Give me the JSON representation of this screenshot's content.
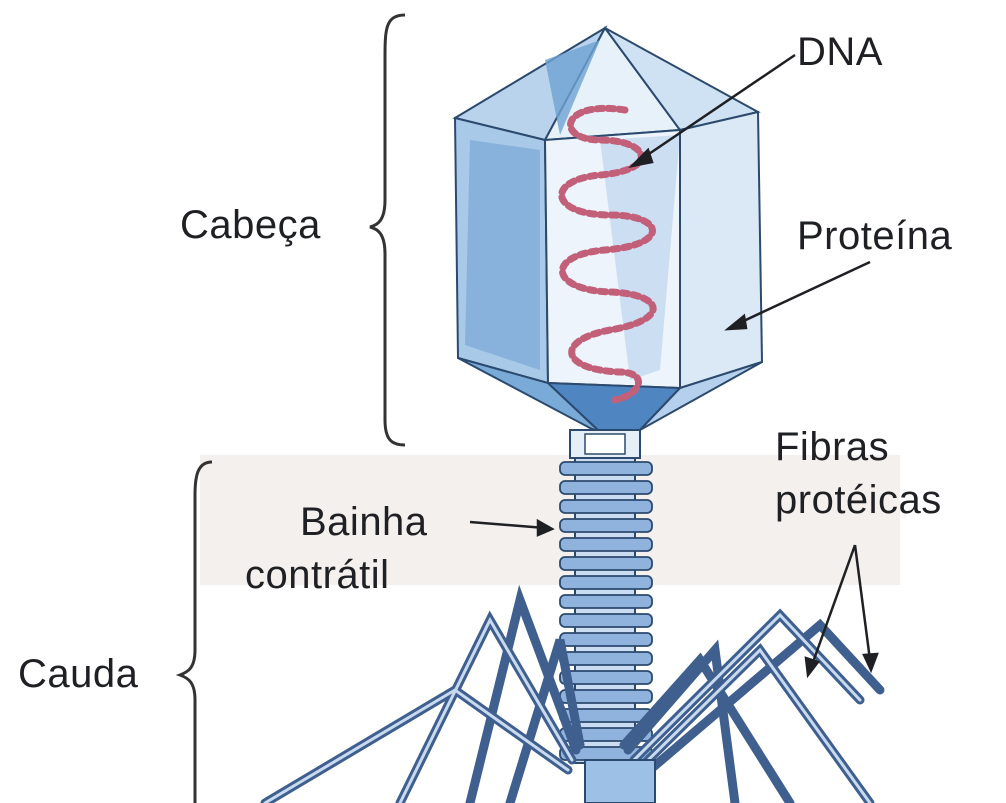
{
  "labels": {
    "head": "Cabeça",
    "dna": "DNA",
    "protein": "Proteína",
    "fibers_line1": "Fibras",
    "fibers_line2": "protéicas",
    "sheath_line1": "Bainha",
    "sheath_line2": "contrátil",
    "tail": "Cauda"
  },
  "colors": {
    "background": "#ffffff",
    "capsid_light": "#d9eaf7",
    "capsid_mid": "#9cc4e6",
    "capsid_dark": "#5f97cc",
    "outline": "#2c4a6e",
    "dna": "#c2607a",
    "sheath": "#8fb3dc",
    "fibers": "#3f5f8f",
    "text": "#1f2024",
    "brace": "#333333"
  }
}
